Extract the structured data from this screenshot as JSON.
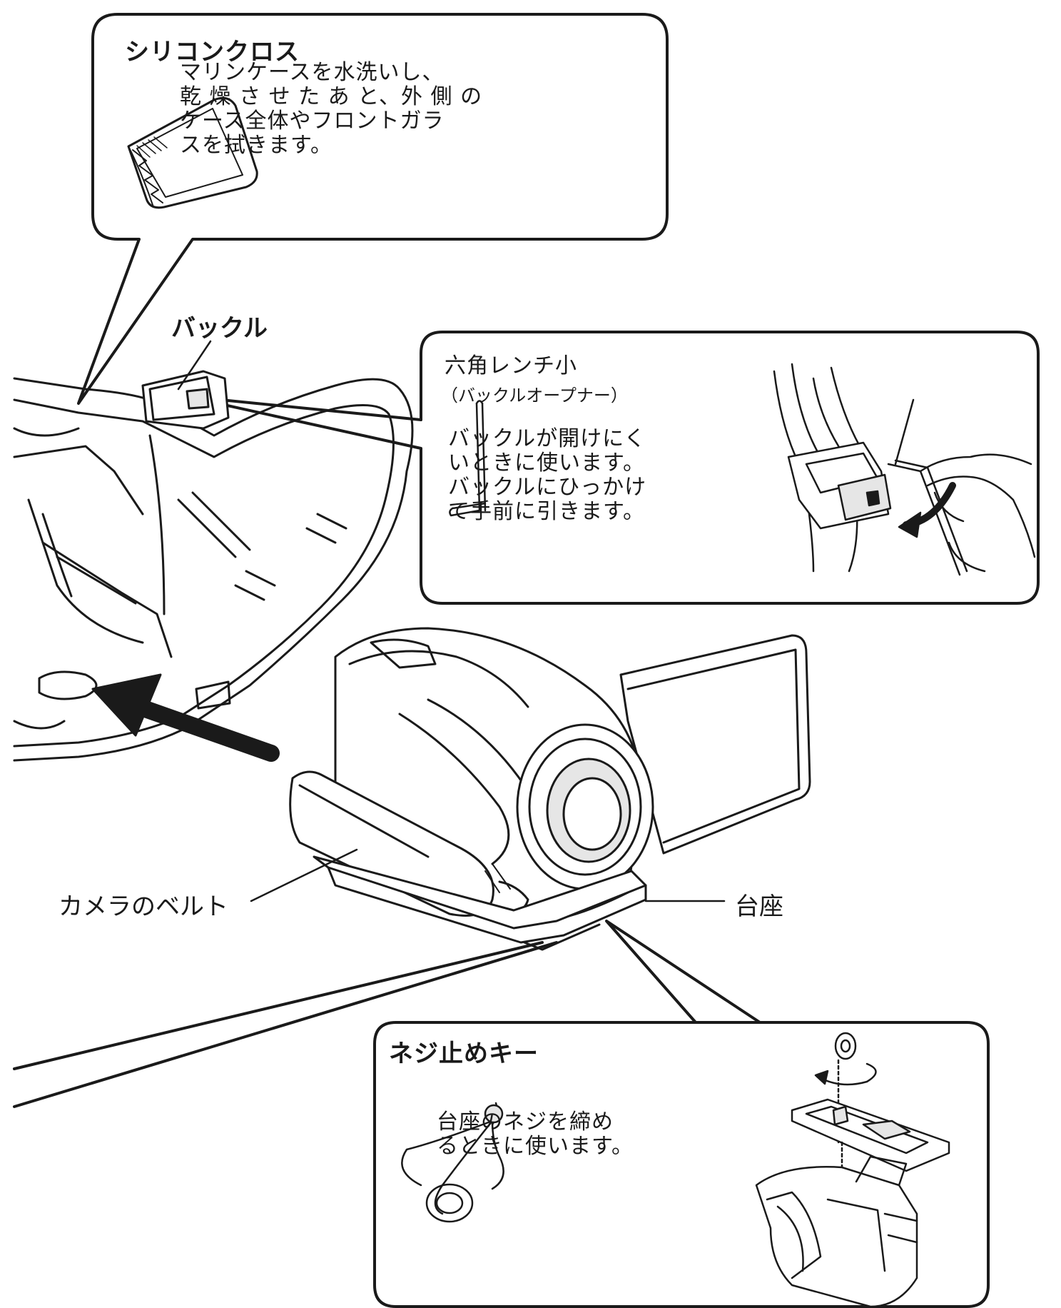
{
  "silicon_cloth": {
    "title": "シリコンクロス",
    "lines": [
      "マリンケースを水洗いし、",
      "乾 燥 さ せ た あ と、外 側 の",
      "ケース全体やフロントガラ",
      "スを拭きます。"
    ]
  },
  "buckle_label": "バックル",
  "hex_wrench": {
    "title": "六角レンチ小",
    "subtitle": "（バックルオープナー）",
    "lines": [
      "バックルが開けにく",
      "いときに使います。",
      "バックルにひっかけ",
      "て手前に引きます。"
    ]
  },
  "camera_belt_label": "カメラのベルト",
  "base_label": "台座",
  "screw_key": {
    "title": "ネジ止めキー",
    "lines": [
      "台座のネジを締め",
      "るときに使います。"
    ]
  },
  "colors": {
    "line": "#1a1a1a",
    "background": "#ffffff",
    "shade": "#e6e6e6"
  }
}
